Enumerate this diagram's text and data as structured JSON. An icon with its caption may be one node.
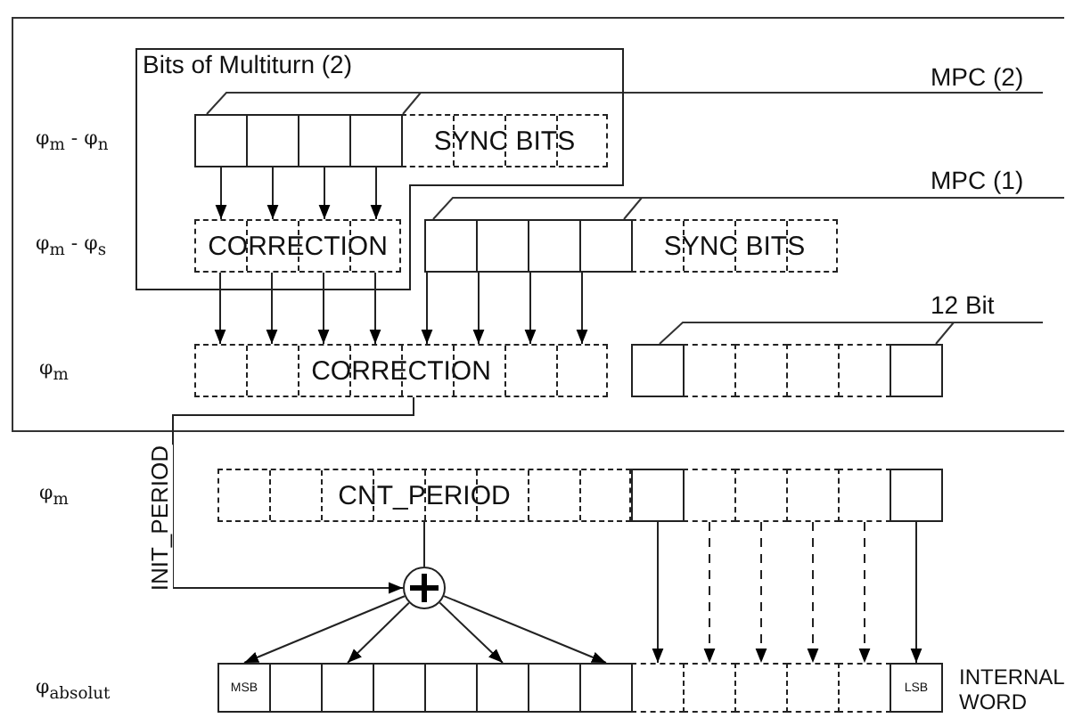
{
  "diagram": {
    "nodes": [
      {
        "text": [
          "Bits of Multiturn (2)"
        ]
      },
      {
        "text": [],
        "shape": "box",
        "in": 0
      },
      {
        "text": [],
        "shape": "box",
        "in": 0
      },
      {
        "text": [],
        "shape": "box",
        "in": 0
      },
      {
        "text": [],
        "shape": "box",
        "in": 0
      },
      {
        "text": [
          "SYNC BITS"
        ],
        "in": 0
      },
      {
        "text": [
          "CORRECTION"
        ],
        "in": 0
      },
      {
        "text": [],
        "shape": "box"
      },
      {
        "text": [],
        "shape": "box"
      },
      {
        "text": [],
        "shape": "box"
      },
      {
        "text": [],
        "shape": "box"
      },
      {
        "text": [
          "SYNC BITS"
        ]
      },
      {
        "text": [
          "CORRECTION"
        ]
      },
      {
        "text": [],
        "shape": "box"
      },
      {
        "text": [],
        "shape": "box"
      },
      {
        "text": [],
        "shape": "box"
      },
      {
        "text": [],
        "shape": "box"
      },
      {
        "text": [],
        "shape": "box"
      },
      {
        "text": [],
        "shape": "box"
      },
      {
        "text": [
          "CNT_PERIOD"
        ]
      },
      {
        "text": [],
        "shape": "box"
      },
      {
        "text": [],
        "shape": "box"
      },
      {
        "text": [],
        "shape": "box"
      },
      {
        "text": [],
        "shape": "box"
      },
      {
        "text": [],
        "shape": "box"
      },
      {
        "text": [],
        "shape": "box"
      },
      {
        "text": [],
        "shape": "circle"
      },
      {
        "text": [
          "MSB"
        ]
      },
      {
        "text": [],
        "shape": "box"
      },
      {
        "text": [],
        "shape": "box"
      },
      {
        "text": [],
        "shape": "box"
      },
      {
        "text": [],
        "shape": "box"
      },
      {
        "text": [],
        "shape": "box"
      },
      {
        "text": [],
        "shape": "box"
      },
      {
        "text": [],
        "shape": "box"
      },
      {
        "text": [],
        "shape": "box"
      },
      {
        "text": [],
        "shape": "box"
      },
      {
        "text": [],
        "shape": "box"
      },
      {
        "text": [],
        "shape": "box"
      },
      {
        "text": [],
        "shape": "box"
      },
      {
        "text": [
          "LSB"
        ]
      }
    ],
    "edges": [
      {
        "from": 1,
        "to": 6,
        "arrow": "to"
      },
      {
        "from": 2,
        "to": 6,
        "arrow": "to"
      },
      {
        "from": 3,
        "to": 6,
        "arrow": "to"
      },
      {
        "from": 4,
        "to": 6,
        "arrow": "to"
      },
      {
        "from": 6,
        "to": 12,
        "arrow": "to"
      },
      {
        "from": 6,
        "to": 12,
        "arrow": "to"
      },
      {
        "from": 6,
        "to": 12,
        "arrow": "to"
      },
      {
        "from": 6,
        "to": 12,
        "arrow": "to"
      },
      {
        "from": 7,
        "to": 12,
        "arrow": "to"
      },
      {
        "from": 8,
        "to": 12,
        "arrow": "to"
      },
      {
        "from": 9,
        "to": 12,
        "arrow": "to"
      },
      {
        "from": 10,
        "to": 12,
        "arrow": "to"
      },
      {
        "from": 12,
        "to": 26,
        "arrow": "to",
        "label": "INIT_PERIOD"
      },
      {
        "from": 19,
        "to": 26,
        "arrow": "none"
      },
      {
        "from": 26,
        "to": 27,
        "arrow": "to"
      },
      {
        "from": 26,
        "to": 29,
        "arrow": "to"
      },
      {
        "from": 26,
        "to": 32,
        "arrow": "to"
      },
      {
        "from": 26,
        "to": 34,
        "arrow": "to"
      },
      {
        "from": 20,
        "to": 35,
        "arrow": "to"
      },
      {
        "from": 21,
        "to": 36,
        "arrow": "to",
        "style": "dashed"
      },
      {
        "from": 22,
        "to": 37,
        "arrow": "to",
        "style": "dashed"
      },
      {
        "from": 23,
        "to": 38,
        "arrow": "to",
        "style": "dashed"
      },
      {
        "from": 24,
        "to": 39,
        "arrow": "to",
        "style": "dashed"
      },
      {
        "from": 25,
        "to": 40,
        "arrow": "to"
      }
    ],
    "labels": [
      "MPC (2)",
      "φ$_{m}$ - φ$_{n}$",
      "MPC (1)",
      "φ$_{m}$ - φ$_{s}$",
      "12 Bit",
      "φ$_{m}$",
      "φ$_{m}$",
      "φ$_{absolut}$",
      "INTERNAL WORD"
    ]
  }
}
